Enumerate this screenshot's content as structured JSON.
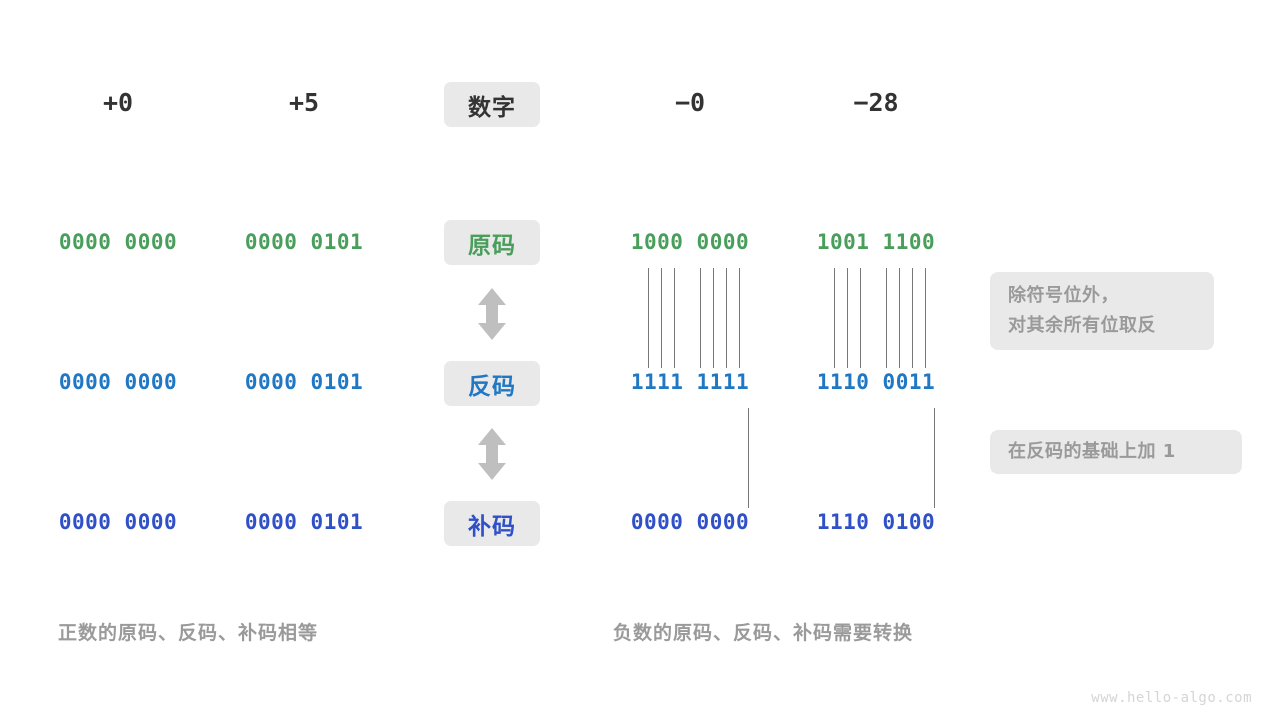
{
  "diagram": {
    "title_row": {
      "label": "数字",
      "columns": [
        {
          "name": "plus-zero",
          "value": "+0"
        },
        {
          "name": "plus-five",
          "value": "+5"
        },
        {
          "name": "minus-zero",
          "value": "−0"
        },
        {
          "name": "minus-28",
          "value": "−28"
        }
      ]
    },
    "rows": [
      {
        "label": "原码",
        "color": "#4a9e5c",
        "values": {
          "plus_zero": "0000 0000",
          "plus_five": "0000 0101",
          "minus_zero": "1000 0000",
          "minus_28": "1001 1100"
        }
      },
      {
        "label": "反码",
        "color": "#2077c4",
        "values": {
          "plus_zero": "0000 0000",
          "plus_five": "0000 0101",
          "minus_zero": "1111 1111",
          "minus_28": "1110 0011"
        }
      },
      {
        "label": "补码",
        "color": "#3050c8",
        "values": {
          "plus_zero": "0000 0000",
          "plus_five": "0000 0101",
          "minus_zero": "0000 0000",
          "minus_28": "1110 0100"
        }
      }
    ],
    "notes": [
      {
        "name": "note-invert-bits",
        "line1": "除符号位外，",
        "line2": "对其余所有位取反"
      },
      {
        "name": "note-add-one",
        "line1": "在反码的基础上加 1",
        "line2": ""
      }
    ],
    "captions": {
      "left": "正数的原码、反码、补码相等",
      "right": "负数的原码、反码、补码需要转换"
    },
    "watermark": "www.hello-algo.com",
    "icons": {
      "arrow_updown": "double-arrow-up-down-icon"
    },
    "palette": {
      "pill_bg": "#e9e9e9",
      "connector": "#777777",
      "muted_text": "#9a9a9a",
      "dark_text": "#333333",
      "arrow": "#bfbfbf",
      "background": "#ffffff"
    }
  }
}
